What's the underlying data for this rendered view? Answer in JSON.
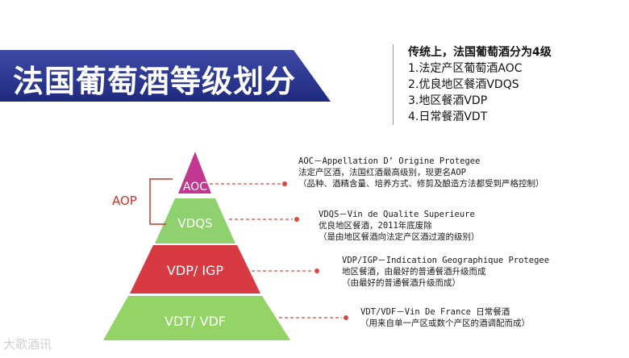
{
  "title": "法国葡萄酒等级划分",
  "summary": {
    "heading": "传统上，法国葡萄酒分为4级",
    "items": [
      "1.法定产区葡萄酒AOC",
      "2.优良地区餐酒VDQS",
      "3.地区餐酒VDP",
      "4.日常餐酒VDT"
    ]
  },
  "pyramid": {
    "levels": [
      {
        "label": "AOC",
        "color": "#c2378f"
      },
      {
        "label": "VDQS",
        "color": "#8fd16e"
      },
      {
        "label": "VDP/ IGP",
        "color": "#d83a42"
      },
      {
        "label": "VDT/ VDF",
        "color": "#94d466"
      }
    ],
    "group_label": "AOP",
    "group_color": "#c0392b"
  },
  "notes": [
    {
      "lines": [
        "AOC－Appellation D’ Origine Protegee",
        "法定产区酒，法国红酒最高级别，现更名AOP",
        "（品种、酒精含量、培养方式、修剪及酿造方法都受到严格控制）"
      ]
    },
    {
      "lines": [
        "VDQS－Vin de Qualite Superieure",
        "优良地区餐酒，2011年底废除",
        "（是由地区餐酒向法定产区酒过渡的级别）"
      ]
    },
    {
      "lines": [
        "VDP/IGP－Indication Geographique Protegee",
        "地区餐酒，由最好的普通餐酒升级而成",
        "（由最好的普通餐酒升级而成）"
      ]
    },
    {
      "lines": [
        "VDT/VDF－Vin De France 日常餐酒",
        "（用来自单一产区或数个产区的酒调配而成）"
      ]
    }
  ],
  "connector_color": "#d9483f",
  "watermark": "大歌酒讯"
}
